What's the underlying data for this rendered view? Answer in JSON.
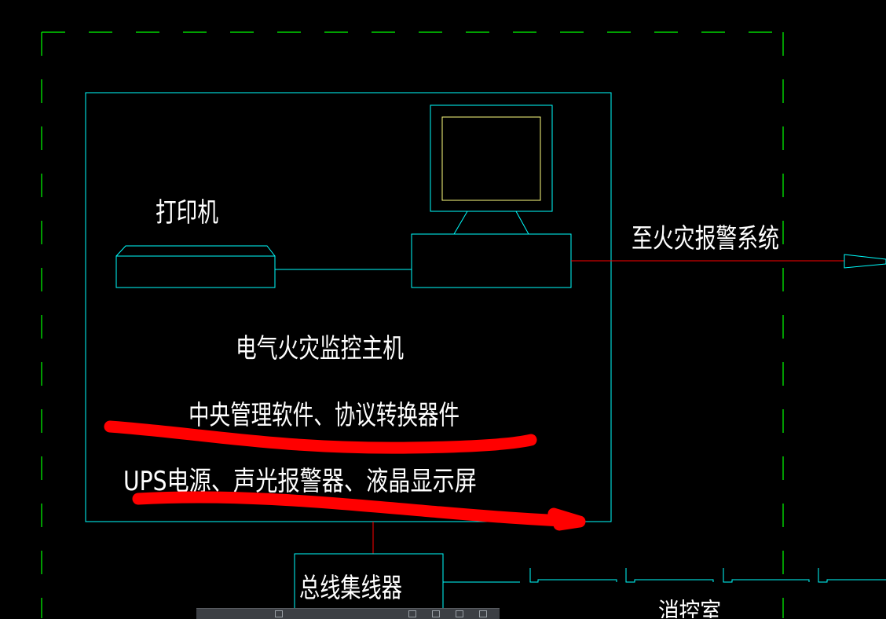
{
  "colors": {
    "background": "#000000",
    "frame_dashed": "#00ff00",
    "equipment": "#00ffff",
    "monitor_screen": "#ffff7f",
    "signal_line": "#ff0000",
    "text": "#ffffff",
    "highlight_marks": "#ff0000"
  },
  "labels": {
    "printer": "打印机",
    "to_fire_alarm": "至火灾报警系统",
    "host": "电气火灾监控主机",
    "software": "中央管理软件、协议转换器件",
    "ups": "UPS电源、声光报警器、液晶显示屏",
    "bus_hub": "总线集线器",
    "control_room": "消控室"
  }
}
